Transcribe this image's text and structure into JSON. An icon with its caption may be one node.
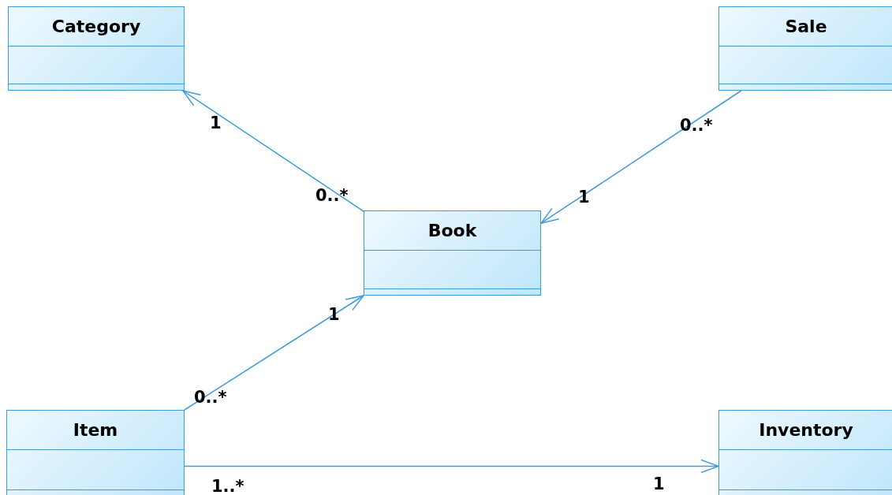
{
  "diagram": {
    "nodes": [
      {
        "text": [
          "Category"
        ]
      },
      {
        "text": [
          "Sale"
        ]
      },
      {
        "text": [
          "Book"
        ]
      },
      {
        "text": [
          "Item"
        ]
      },
      {
        "text": [
          "Inventory"
        ]
      }
    ],
    "edges": [
      {
        "from": 2,
        "to": 0,
        "arrow": "to"
      },
      {
        "from": 1,
        "to": 2,
        "arrow": "to"
      },
      {
        "from": 3,
        "to": 2,
        "arrow": "to"
      },
      {
        "from": 3,
        "to": 4,
        "arrow": "to"
      }
    ],
    "labels": [
      "1",
      "0..*",
      "0..*",
      "1",
      "1",
      "0..*",
      "1..*",
      "1"
    ]
  }
}
